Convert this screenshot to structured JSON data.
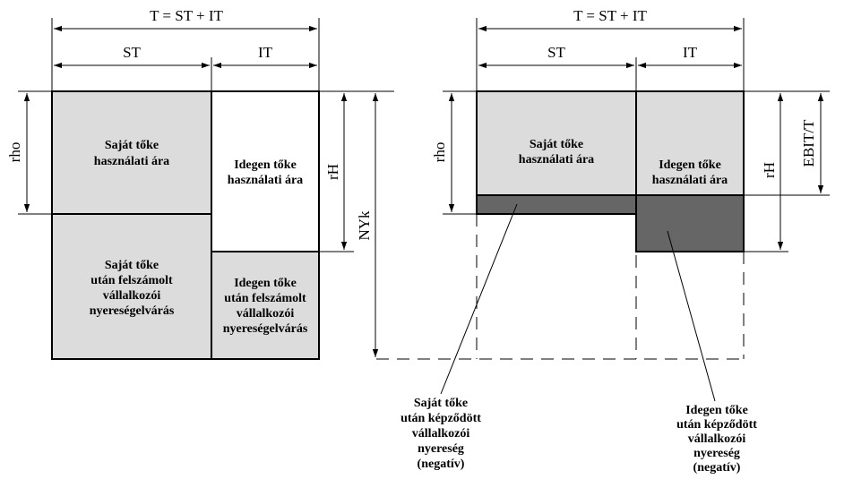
{
  "colors": {
    "light_fill": "#dcdcdc",
    "dark_fill": "#666666",
    "line": "#000000",
    "background": "#ffffff"
  },
  "left_diagram": {
    "total_label": "T = ST + IT",
    "st_label": "ST",
    "it_label": "IT",
    "rho_label": "rho",
    "rh_label": "rH",
    "nyk_label": "NYk",
    "own_capital_price": [
      "Saját tőke",
      "használati ára"
    ],
    "foreign_capital_price": [
      "Idegen tőke",
      "használati ára"
    ],
    "own_capital_profit": [
      "Saját tőke",
      "után felszámolt",
      "vállalkozói",
      "nyereségelvárás"
    ],
    "foreign_capital_profit": [
      "Idegen tőke",
      "után felszámolt",
      "vállalkozói",
      "nyereségelvárás"
    ]
  },
  "right_diagram": {
    "total_label": "T = ST + IT",
    "st_label": "ST",
    "it_label": "IT",
    "rho_label": "rho",
    "rh_label": "rH",
    "ebit_label": "EBIT/T",
    "own_capital_price": [
      "Saját tőke",
      "használati ára"
    ],
    "foreign_capital_price": [
      "Idegen tőke",
      "használati ára"
    ]
  },
  "callouts": {
    "own_capital_negative": [
      "Saját tőke",
      "után képződött",
      "vállalkozói",
      "nyereség",
      "(negatív)"
    ],
    "foreign_capital_negative": [
      "Idegen tőke",
      "után képződött",
      "vállalkozói",
      "nyereség",
      "(negatív)"
    ]
  }
}
